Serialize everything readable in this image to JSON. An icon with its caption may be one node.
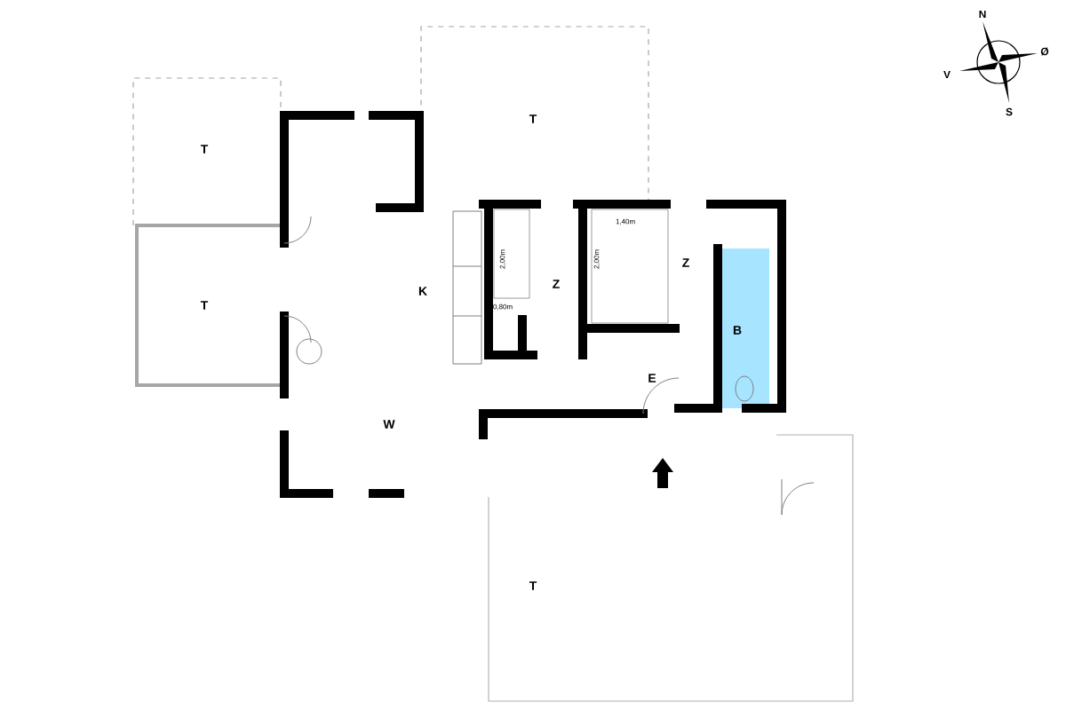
{
  "diagram": {
    "labels": [
      "T",
      "T",
      "1,40m",
      "2,00m",
      "2,00m",
      "Z",
      "Z",
      "K",
      "0,80m",
      "T",
      "B",
      "E",
      "W",
      "T",
      "N",
      "Ø",
      "V",
      "S"
    ]
  }
}
